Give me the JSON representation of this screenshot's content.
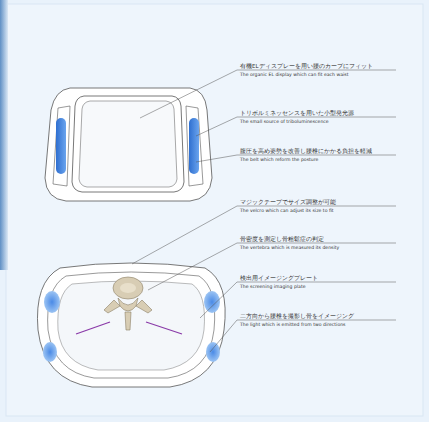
{
  "diagram": {
    "labels": [
      "有機ELディスプレーを用い腰のカーブにフィット",
      "The organic EL display which can fit each waist",
      "トリボルミネッセンスを用いた小型発光源",
      "The small source of triboluminescence",
      "腹圧を高め姿勢を改善し腰椎にかかる負担を軽減",
      "The belt which reform the posture",
      "マジックテープでサイズ調整が可能",
      "The velcro which can adjust its size to fit",
      "骨密度を測定し骨粗鬆症の判定",
      "The vertebra which is measured its density",
      "検出用イメージングプレート",
      "The screening imaging plate",
      "二方向から腰椎を撮影し骨をイメージング",
      "The light which is emitted from two directions"
    ]
  }
}
